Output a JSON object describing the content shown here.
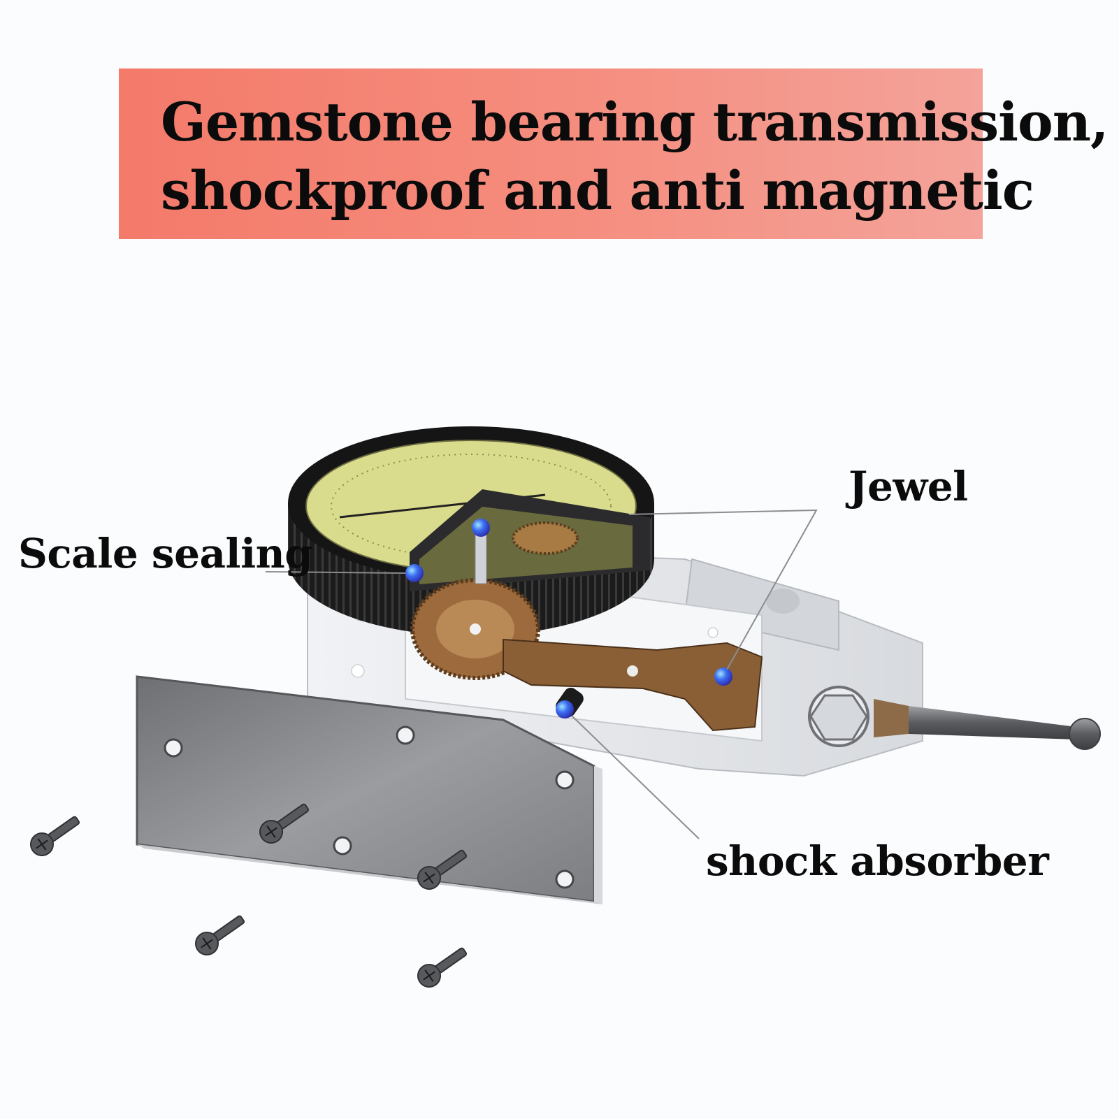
{
  "banner": {
    "line1": "Gemstone bearing transmission,",
    "line2": "shockproof and anti magnetic",
    "color": "#f47a6a"
  },
  "callouts": {
    "scale_sealing": "Scale sealing",
    "jewel": "Jewel",
    "shock_absorber": "shock absorber"
  },
  "colors": {
    "dial_face": "#d9dc8c",
    "bezel": "#1b1b1b",
    "gear_bronze": "#9c6a3c",
    "jewel_blue": "#3d6ef2",
    "housing": "#e6e8ec",
    "cover_plate": "#8a8c90"
  }
}
